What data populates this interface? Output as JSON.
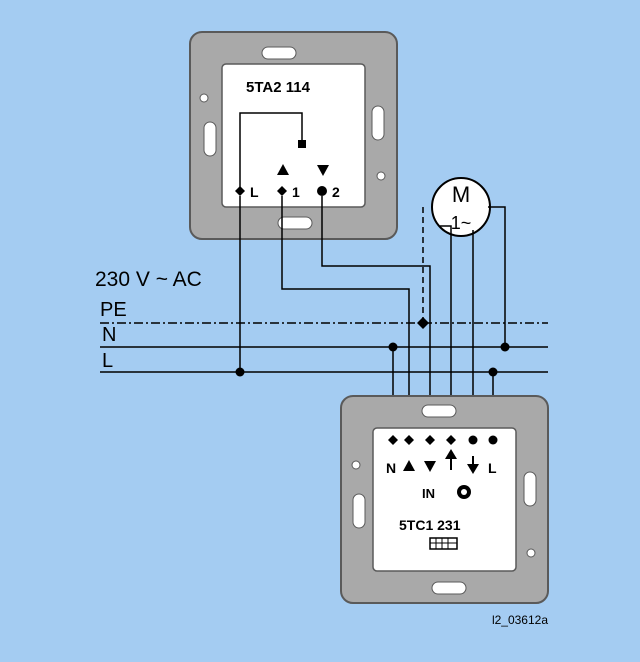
{
  "colors": {
    "background": "#a4ccf2",
    "frame": "#a9a9a9",
    "frame_dark": "#5a5a5a",
    "inner": "#ffffff",
    "wire": "#000000"
  },
  "top_device": {
    "model": "5TA2 114",
    "terminals": {
      "l": "L",
      "t1": "1",
      "t2": "2"
    }
  },
  "motor": {
    "symbol": "M",
    "phase": "1~"
  },
  "supply": {
    "voltage_label": "230 V ~ AC",
    "pe_label": "PE",
    "n_label": "N",
    "l_label": "L"
  },
  "bottom_device": {
    "model": "5TC1 231",
    "terminal_n": "N",
    "terminal_l": "L",
    "in_label": "IN"
  },
  "figure_code": "l2_03612a"
}
